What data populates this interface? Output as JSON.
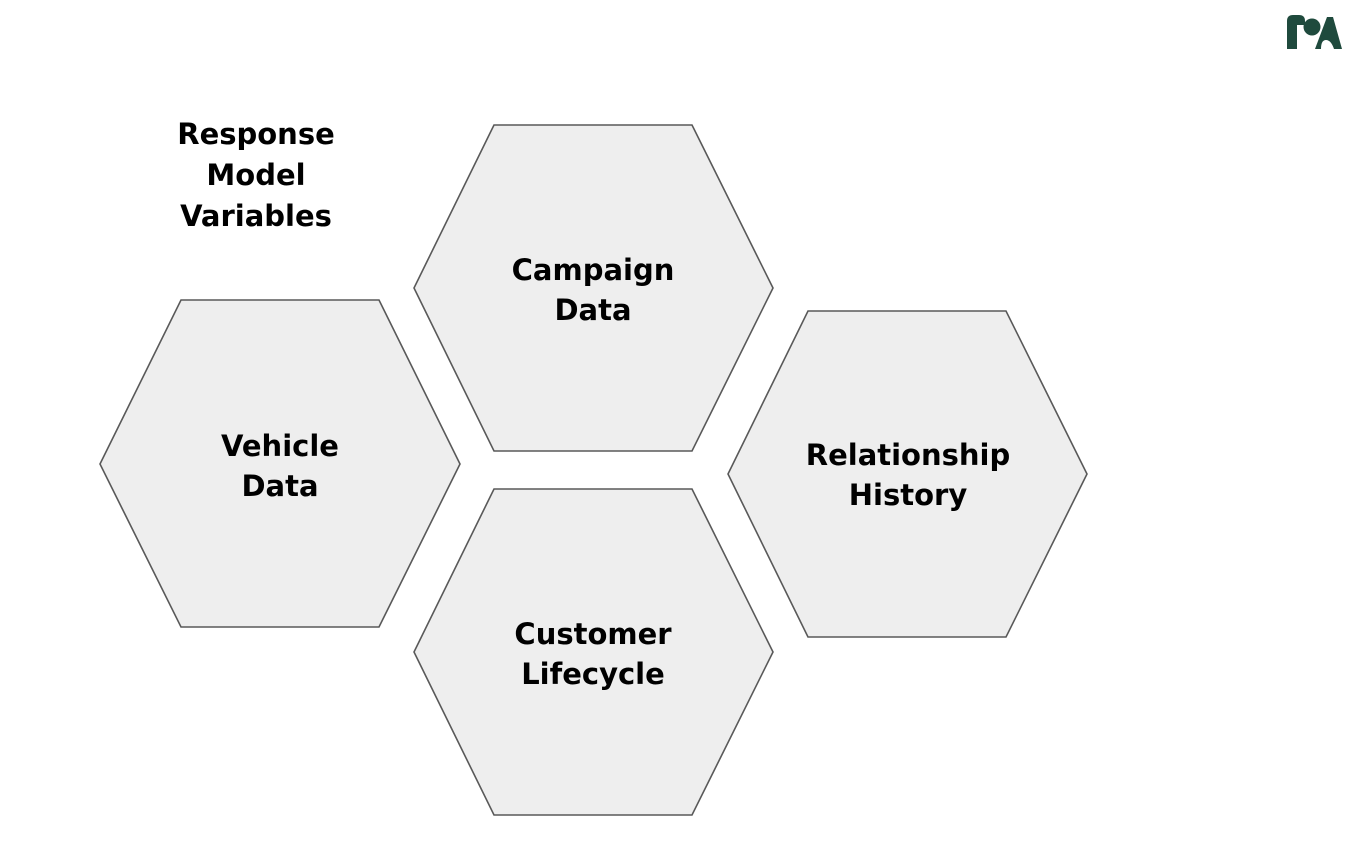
{
  "colors": {
    "hex_fill": "#eeeeee",
    "hex_stroke": "#595959",
    "logo": "#1f4a3d",
    "text": "#000000"
  },
  "title": {
    "lines": [
      "Response",
      "Model",
      "Variables"
    ]
  },
  "nodes": {
    "campaign": {
      "lines": [
        "Campaign",
        "Data"
      ]
    },
    "vehicle": {
      "lines": [
        "Vehicle",
        "Data"
      ]
    },
    "relationship": {
      "lines": [
        "Relationship",
        "History"
      ]
    },
    "customer": {
      "lines": [
        "Customer",
        "Lifecycle"
      ]
    }
  },
  "logo": {
    "icon": "brand-logo-icon"
  }
}
